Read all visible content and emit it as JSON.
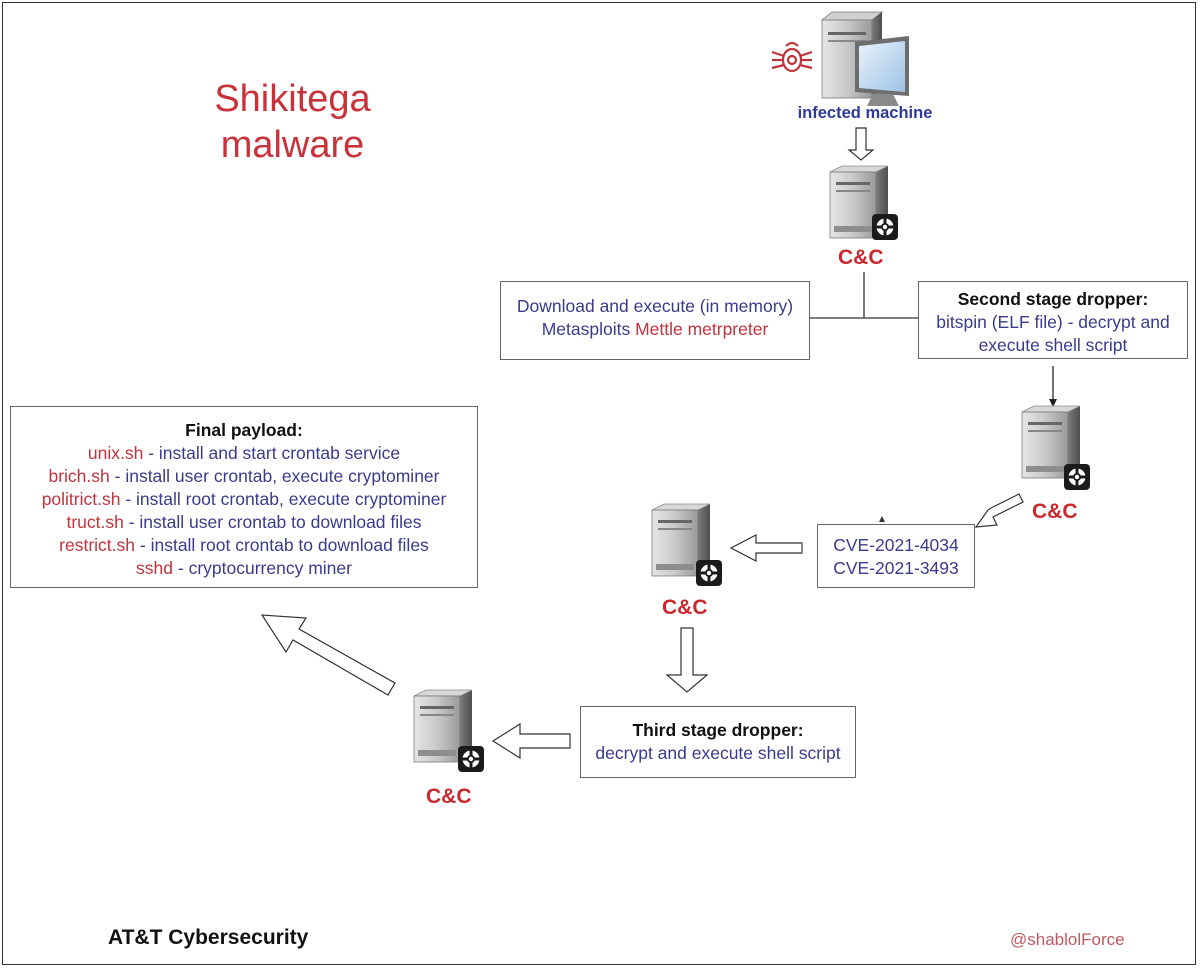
{
  "title": {
    "line1": "Shikitega",
    "line2": "malware"
  },
  "infected_label": "infected machine",
  "cc_label": "C&C",
  "boxes": {
    "download": {
      "line1": "Download and execute (in memory)",
      "line2_prefix": "Metasploits ",
      "line2_highlight": "Mettle metrpreter"
    },
    "second_stage": {
      "header": "Second stage dropper:",
      "line1": "bitspin (ELF file) - decrypt and",
      "line2": "execute shell script"
    },
    "cve": {
      "line1": "CVE-2021-4034",
      "line2": "CVE-2021-3493"
    },
    "third_stage": {
      "header": "Third stage dropper:",
      "line1": "decrypt and execute shell script"
    },
    "final_payload": {
      "header": "Final payload:",
      "items": [
        {
          "file": "unix.sh",
          "desc": " - install and start crontab service"
        },
        {
          "file": "brich.sh",
          "desc": " - install user crontab, execute cryptominer"
        },
        {
          "file": "politrict.sh",
          "desc": " - install root crontab, execute cryptominer"
        },
        {
          "file": "truct.sh",
          "desc": " - install user crontab to download files"
        },
        {
          "file": "restrict.sh",
          "desc": " - install root crontab to download files"
        },
        {
          "file": "sshd",
          "desc": " - cryptocurrency miner"
        }
      ]
    }
  },
  "footer": {
    "left": "AT&T Cybersecurity",
    "right": "@shablolForce"
  },
  "colors": {
    "title_red": "#c8323a",
    "text_blue": "#3b3b8c",
    "cc_red": "#c8282e"
  }
}
